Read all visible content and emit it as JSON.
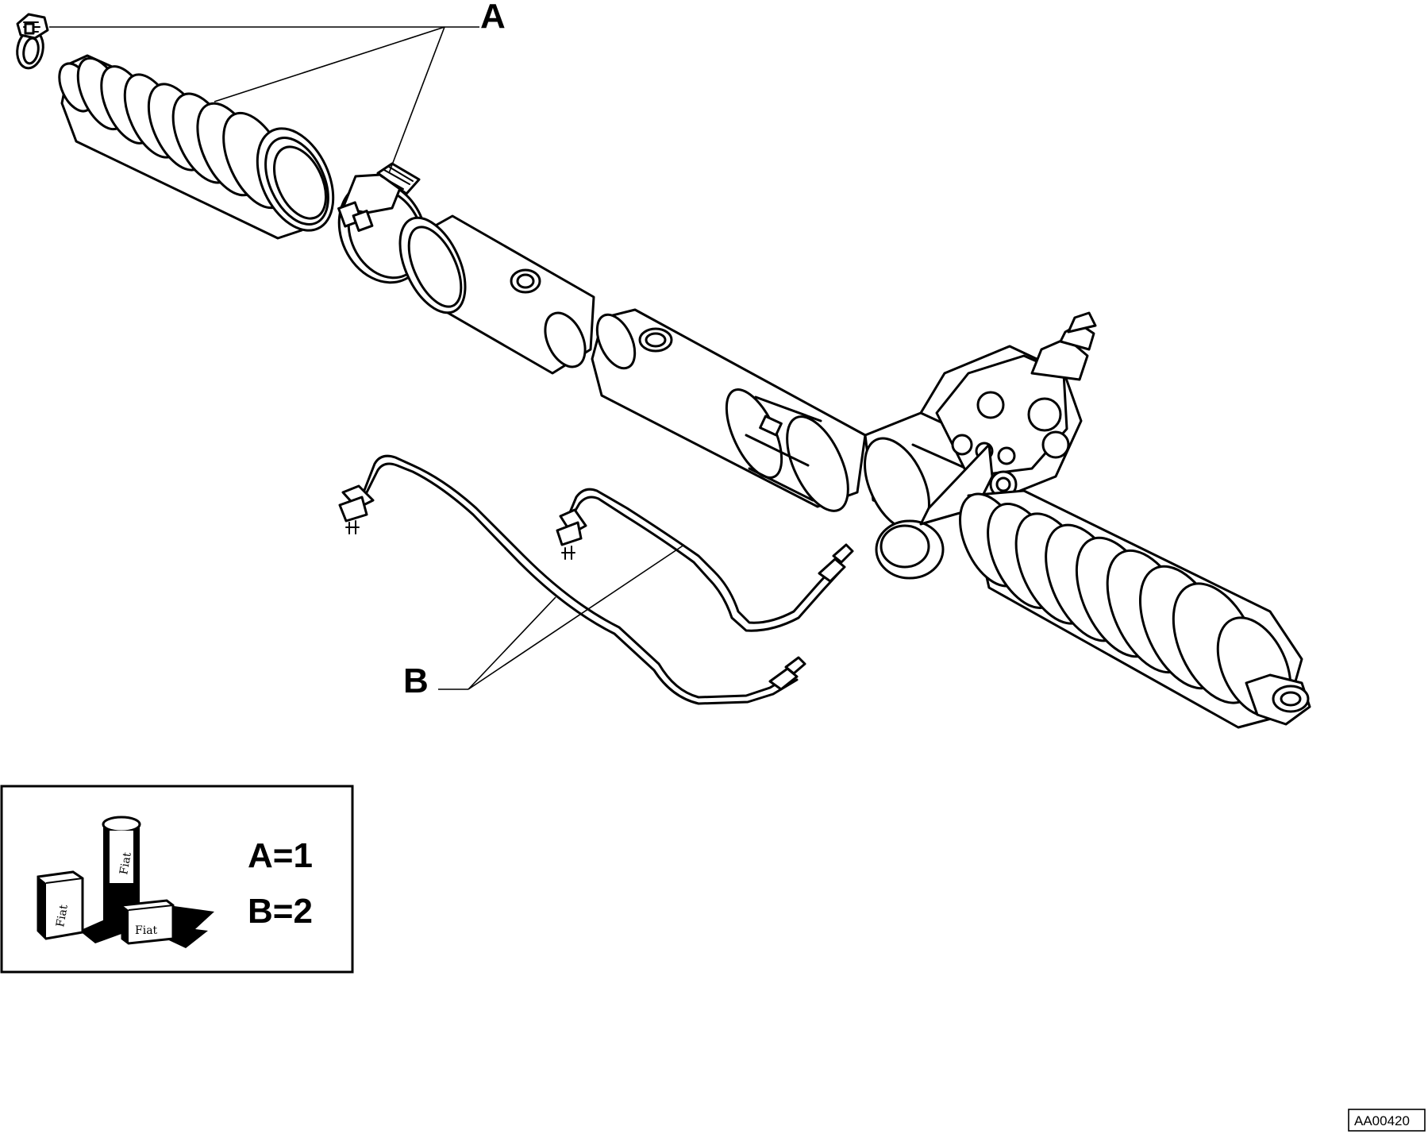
{
  "callouts": {
    "clamp_label": "A",
    "pipe_label": "B"
  },
  "legend": {
    "line_a": "A=1",
    "line_b": "B=2",
    "icon_brand": "Fiat"
  },
  "drawing_code": "AA00420"
}
